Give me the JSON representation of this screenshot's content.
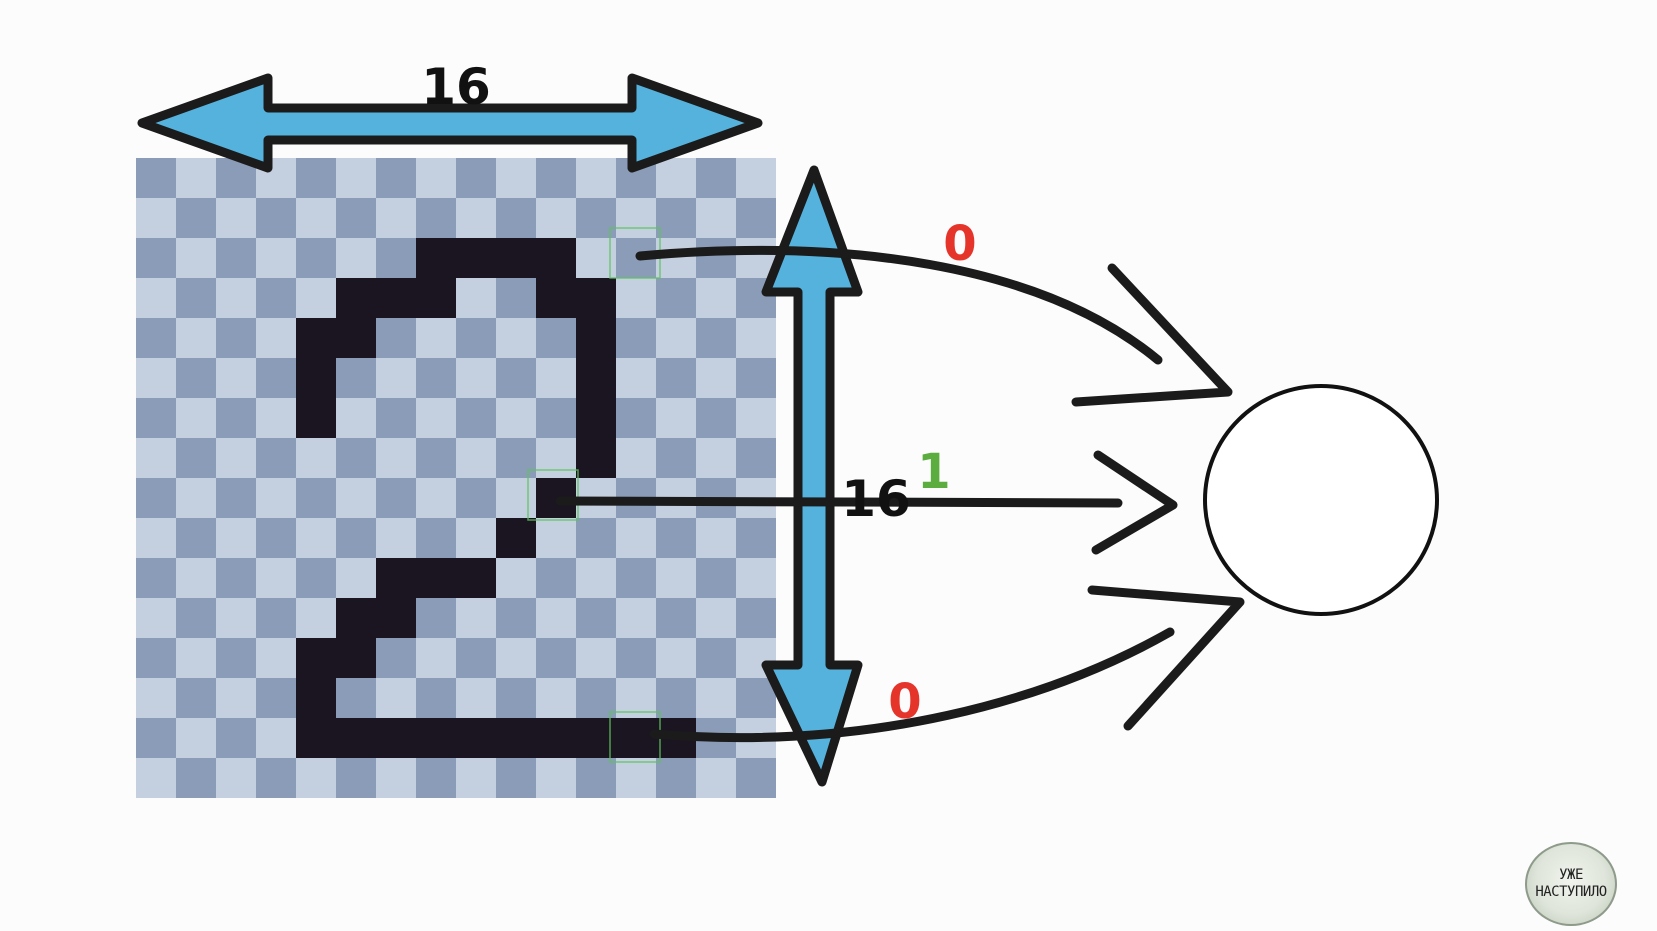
{
  "grid": {
    "rows": 16,
    "cols": 16,
    "light_color": "#c4cfe0",
    "dark_color": "#8a9cb8",
    "ink_color": "#1a1521",
    "highlight_color": "#5cc35c"
  },
  "labels": {
    "width_label": "16",
    "height_label": "16",
    "weight_top": "0",
    "weight_middle": "1",
    "weight_bottom": "0"
  },
  "colors": {
    "arrow_fill": "#55b2dc",
    "weight_zero": "#e5352b",
    "weight_one": "#5aad3e",
    "stroke": "#1b1b1b"
  },
  "badge": {
    "line1": "УЖЕ",
    "line2": "НАСТУПИЛО"
  }
}
